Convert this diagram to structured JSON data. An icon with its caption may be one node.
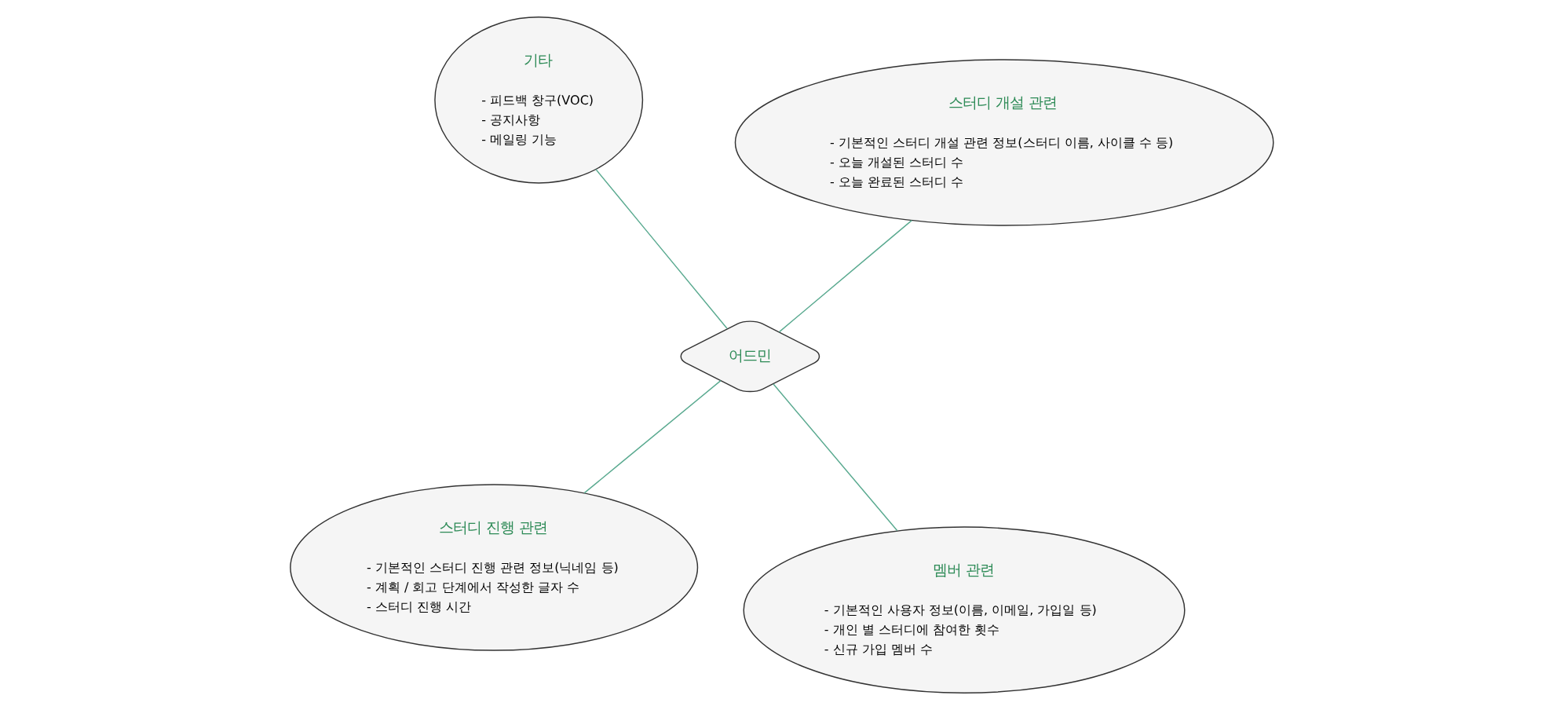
{
  "diagram": {
    "nodes": [
      {
        "text": [
          "스터디 진행 관련",
          "- 기본적인 스터디 진행 관련 정보(닉네임 등)",
          "- 계획 / 회고 단계에서 작성한 글자 수",
          "- 스터디 진행 시간"
        ]
      },
      {
        "text": [
          "멤버 관련",
          "- 기본적인 사용자 정보(이름, 이메일, 가입일 등)",
          "- 개인 별 스터디에 참여한 횟수",
          "- 신규 가입 멤버 수"
        ]
      },
      {
        "text": [
          "어드민"
        ]
      },
      {
        "text": [
          "기타",
          "- 피드백 창구(VOC)",
          "- 공지사항",
          "- 메일링 기능"
        ]
      },
      {
        "text": [
          "스터디 개설 관련",
          "- 기본적인 스터디 개설 관련 정보(스터디 이름, 사이클 수 등)",
          "- 오늘 개설된 스터디 수",
          "- 오늘 완료된 스터디 수"
        ]
      }
    ],
    "edges": [
      {
        "from": 2,
        "to": 0,
        "arrow": "none"
      },
      {
        "from": 2,
        "to": 1,
        "arrow": "none"
      },
      {
        "from": 2,
        "to": 3,
        "arrow": "none"
      },
      {
        "from": 2,
        "to": 4,
        "arrow": "none"
      }
    ]
  }
}
